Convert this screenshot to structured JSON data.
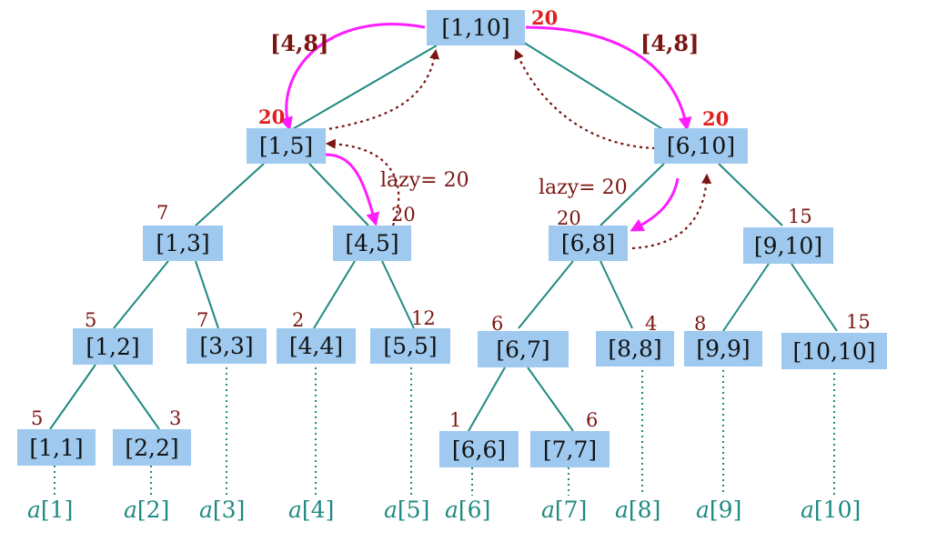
{
  "nodes": {
    "n_1_10": {
      "label": "[1,10]",
      "value": "20"
    },
    "n_1_5": {
      "label": "[1,5]",
      "value": "20"
    },
    "n_6_10": {
      "label": "[6,10]",
      "value": "20"
    },
    "n_1_3": {
      "label": "[1,3]",
      "value": "7"
    },
    "n_4_5": {
      "label": "[4,5]",
      "value": "20"
    },
    "n_6_8": {
      "label": "[6,8]",
      "value": "20"
    },
    "n_9_10": {
      "label": "[9,10]",
      "value": "15"
    },
    "n_1_2": {
      "label": "[1,2]",
      "value": "5"
    },
    "n_3_3": {
      "label": "[3,3]",
      "value": "7"
    },
    "n_4_4": {
      "label": "[4,4]",
      "value": "2"
    },
    "n_5_5": {
      "label": "[5,5]",
      "value": "12"
    },
    "n_6_7": {
      "label": "[6,7]",
      "value": "6"
    },
    "n_8_8": {
      "label": "[8,8]",
      "value": "4"
    },
    "n_9_9": {
      "label": "[9,9]",
      "value": "8"
    },
    "n_10_10": {
      "label": "[10,10]",
      "value": "15"
    },
    "n_1_1": {
      "label": "[1,1]",
      "value": "5"
    },
    "n_2_2": {
      "label": "[2,2]",
      "value": "3"
    },
    "n_6_6": {
      "label": "[6,6]",
      "value": "1"
    },
    "n_7_7": {
      "label": "[7,7]",
      "value": "6"
    }
  },
  "leaves": {
    "a1": {
      "var": "a",
      "index": "[1]"
    },
    "a2": {
      "var": "a",
      "index": "[2]"
    },
    "a3": {
      "var": "a",
      "index": "[3]"
    },
    "a4": {
      "var": "a",
      "index": "[4]"
    },
    "a5": {
      "var": "a",
      "index": "[5]"
    },
    "a6": {
      "var": "a",
      "index": "[6]"
    },
    "a7": {
      "var": "a",
      "index": "[7]"
    },
    "a8": {
      "var": "a",
      "index": "[8]"
    },
    "a9": {
      "var": "a",
      "index": "[9]"
    },
    "a10": {
      "var": "a",
      "index": "[10]"
    }
  },
  "annotations": {
    "query_left": "[4,8]",
    "query_right": "[4,8]",
    "lazy_left": "lazy= 20",
    "lazy_right": "lazy= 20"
  },
  "colors": {
    "node_fill": "#9fc9ee",
    "tree_edge": "#1f8a80",
    "query_arrow": "#ff1cff",
    "return_arrow": "#7a1512",
    "highlight_value": "#e02020"
  }
}
